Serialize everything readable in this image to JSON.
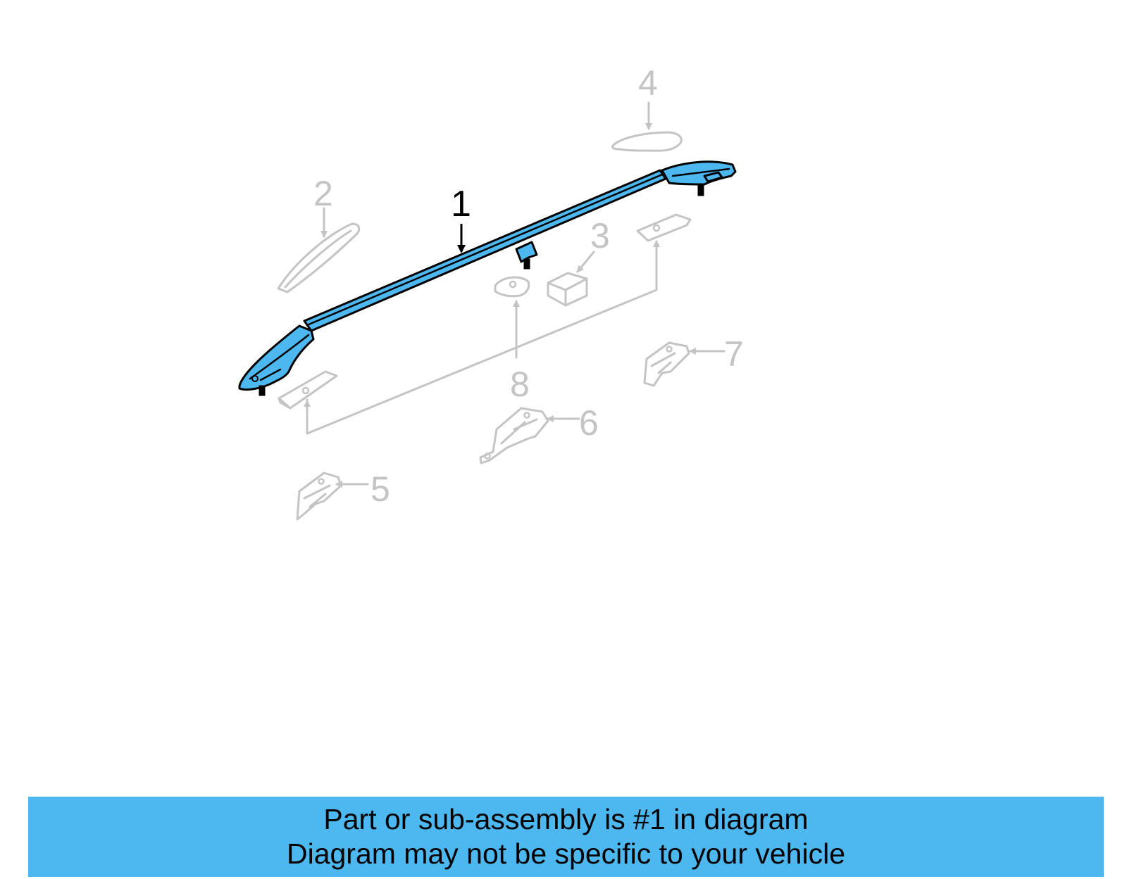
{
  "callouts": {
    "c1": "1",
    "c2": "2",
    "c3": "3",
    "c4": "4",
    "c5": "5",
    "c6": "6",
    "c7": "7",
    "c8": "8"
  },
  "banner": {
    "line1": "Part or sub-assembly is #1 in diagram",
    "line2": "Diagram may not be specific to your vehicle"
  },
  "colors": {
    "highlight": "#4db8f0",
    "ghost": "#c4c4c4"
  }
}
